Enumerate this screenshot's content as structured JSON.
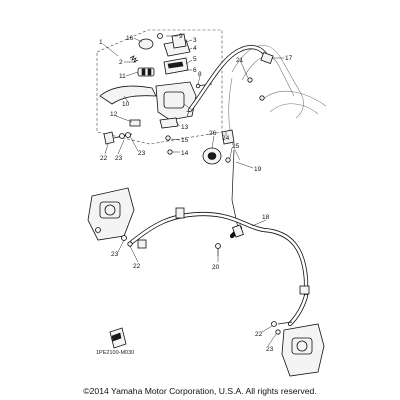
{
  "callouts": {
    "1": "1",
    "2": "2",
    "3": "3",
    "4": "4",
    "5": "5",
    "6": "6",
    "7": "7",
    "8": "8",
    "9": "9",
    "10": "10",
    "11": "11",
    "12": "12",
    "13": "13",
    "14": "14",
    "15": "15",
    "16": "16",
    "17": "17",
    "18": "18",
    "19": "19",
    "20": "20",
    "21": "21",
    "22": "22",
    "23": "23",
    "24": "24",
    "25": "25",
    "26": "26"
  },
  "diagram_code": "1PE2100-M030",
  "copyright": "©2014 Yamaha Motor Corporation, U.S.A. All rights reserved."
}
